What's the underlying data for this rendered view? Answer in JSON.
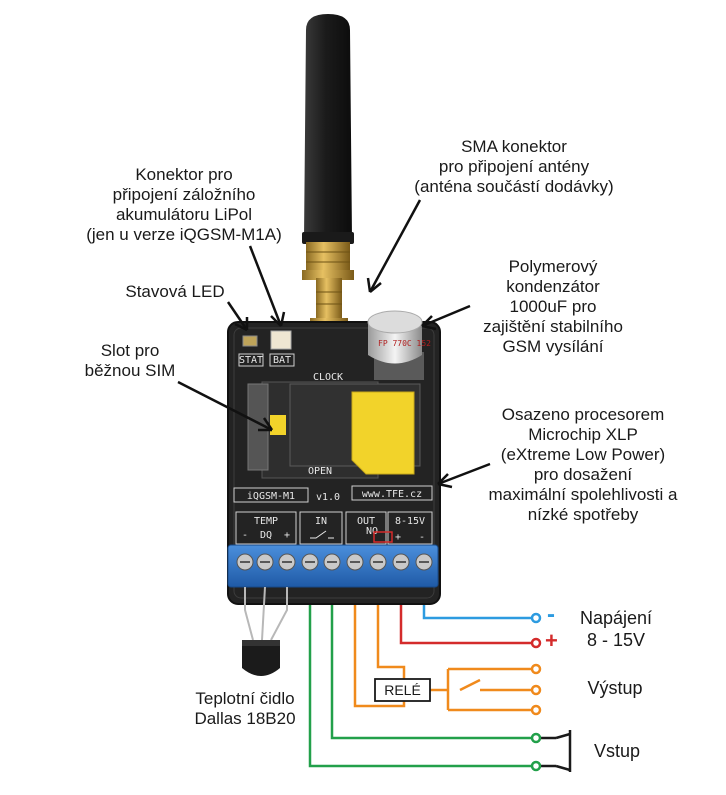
{
  "labels": {
    "sma": [
      "SMA konektor",
      "pro připojení antény",
      "(anténa součástí dodávky)"
    ],
    "lipol": [
      "Konektor pro",
      "připojení záložního",
      "akumulátoru LiPol",
      "(jen u verze iQGSM-M1A)"
    ],
    "led": [
      "Stavová LED"
    ],
    "sim": [
      "Slot pro",
      "běžnou SIM"
    ],
    "capacitor": [
      "Polymerový",
      "kondenzátor",
      "1000uF pro",
      "zajištění stabilního",
      "GSM vysílání"
    ],
    "cpu": [
      "Osazeno procesorem",
      "Microchip XLP",
      "(eXtreme Low Power)",
      "pro dosažení",
      "maximální spolehlivosti a",
      "nízké spotřeby"
    ],
    "sensor": [
      "Teplotní čidlo",
      "Dallas 18B20"
    ],
    "power": [
      "Napájení",
      "8 - 15V"
    ],
    "output": "Výstup",
    "input": "Vstup",
    "relay": "RELÉ"
  },
  "pcb": {
    "model": "iQGSM-M1",
    "version": "v1.0",
    "web": "www.TFE.cz",
    "stat": "STAT",
    "bat": "BAT",
    "sim_top": "CLOCK",
    "sim_bottom": "OPEN",
    "cap_text": "FP 770C 152",
    "terminals": {
      "temp": "TEMP",
      "dq": "DQ",
      "in": "IN",
      "out": "OUT",
      "out_sub": "NO",
      "supply": "8-15V"
    }
  },
  "symbols": {
    "minus": "-",
    "plus": "+"
  },
  "colors": {
    "board": "#252525",
    "terminal": "#2a6fc0",
    "wire_power_neg": "#2d9be0",
    "wire_power_pos": "#d42b2b",
    "wire_relay": "#f08a1c",
    "wire_input": "#22a04a",
    "sim_card": "#f2d32a"
  }
}
